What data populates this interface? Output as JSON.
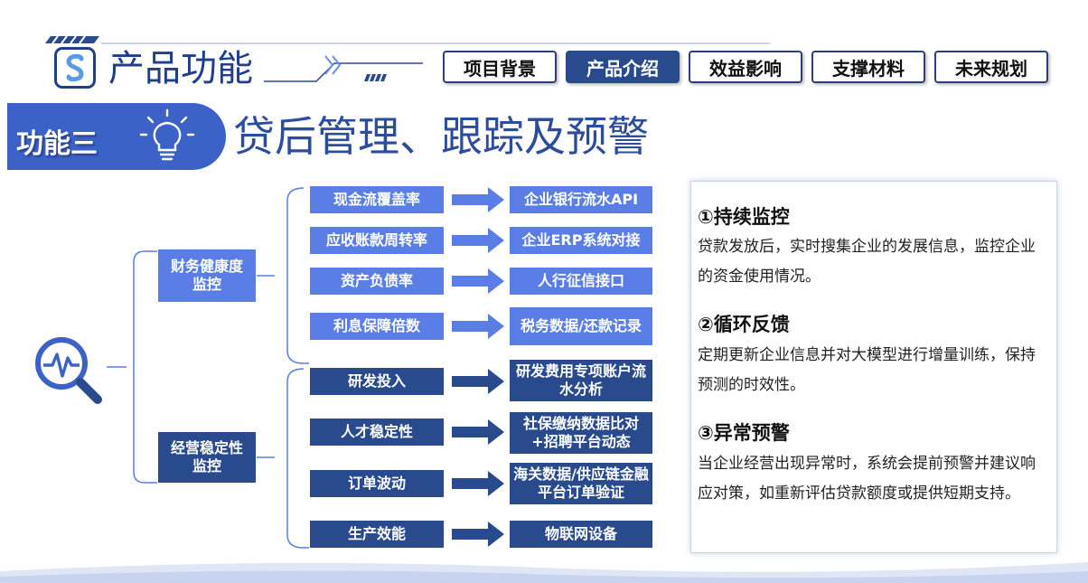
{
  "header": {
    "title": "产品功能",
    "logo_glyph": "S",
    "tabs": [
      {
        "label": "项目背景",
        "active": false
      },
      {
        "label": "产品介绍",
        "active": true
      },
      {
        "label": "效益影响",
        "active": false
      },
      {
        "label": "支撑材料",
        "active": false
      },
      {
        "label": "未来规划",
        "active": false
      }
    ]
  },
  "feature": {
    "label": "功能三",
    "title": "贷后管理、跟踪及预警"
  },
  "diagram": {
    "categories": [
      {
        "label": "财务健康度\n监控"
      },
      {
        "label": "经营稳定性\n监控"
      }
    ],
    "rows": [
      {
        "metric": "现金流覆盖率",
        "source": "企业银行流水API"
      },
      {
        "metric": "应收账款周转率",
        "source": "企业ERP系统对接"
      },
      {
        "metric": "资产负债率",
        "source": "人行征信接口"
      },
      {
        "metric": "利息保障倍数",
        "source": "税务数据/还款记录"
      },
      {
        "metric": "研发投入",
        "source": "研发费用专项账户流水分析"
      },
      {
        "metric": "人才稳定性",
        "source": "社保缴纳数据比对+招聘平台动态"
      },
      {
        "metric": "订单波动",
        "source": "海关数据/供应链金融平台订单验证"
      },
      {
        "metric": "生产效能",
        "source": "物联网设备"
      }
    ]
  },
  "panel": {
    "sections": [
      {
        "heading": "①持续监控",
        "body": "贷款发放后，实时搜集企业的发展信息，监控企业的资金使用情况。"
      },
      {
        "heading": "②循环反馈",
        "body": "定期更新企业信息并对大模型进行增量训练，保持预测的时效性。"
      },
      {
        "heading": "③异常预警",
        "body": "当企业经营出现异常时，系统会提前预警并建议响应对策，如重新评估贷款额度或提供短期支持。"
      }
    ]
  },
  "colors": {
    "accent_dark": "#2a4a8e",
    "accent_light": "#5b7ee6",
    "feature_band": "#3c62c8",
    "title_blue": "#2c4c9c"
  },
  "icons": [
    "logo-icon",
    "lightbulb-icon",
    "magnifier-pulse-icon",
    "arrow-right-icon"
  ]
}
